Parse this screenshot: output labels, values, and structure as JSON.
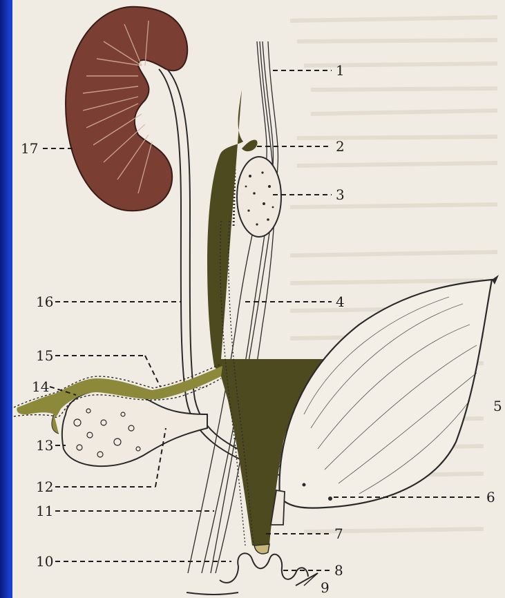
{
  "diagram": {
    "labels": [
      {
        "id": "1",
        "text": "1"
      },
      {
        "id": "2",
        "text": "2"
      },
      {
        "id": "3",
        "text": "3"
      },
      {
        "id": "4",
        "text": "4"
      },
      {
        "id": "5",
        "text": "5"
      },
      {
        "id": "6",
        "text": "6"
      },
      {
        "id": "7",
        "text": "7"
      },
      {
        "id": "8",
        "text": "8"
      },
      {
        "id": "9",
        "text": "9"
      },
      {
        "id": "10",
        "text": "10"
      },
      {
        "id": "11",
        "text": "11"
      },
      {
        "id": "12",
        "text": "12"
      },
      {
        "id": "13",
        "text": "13"
      },
      {
        "id": "14",
        "text": "14"
      },
      {
        "id": "15",
        "text": "15"
      },
      {
        "id": "16",
        "text": "16"
      },
      {
        "id": "17",
        "text": "17"
      }
    ]
  },
  "colors": {
    "slide_border": "#1b3fd0",
    "paper": "#f1ece3",
    "kidney": "#7a3e33",
    "green_structure": "#4e4a20",
    "yellow_green_duct": "#8c8a3a",
    "line": "#2a2a2a"
  },
  "icons": [
    "kidney-illustration",
    "bladder-illustration",
    "gonad-illustration"
  ]
}
